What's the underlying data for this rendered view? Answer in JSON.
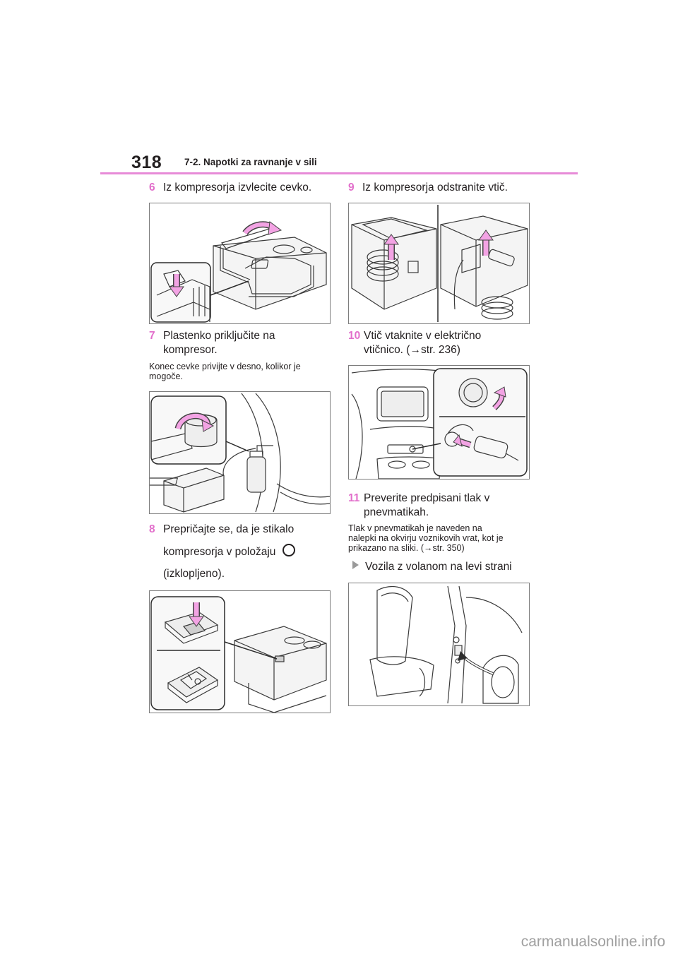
{
  "header": {
    "page_number": "318",
    "section_title": "7-2. Napotki za ravnanje v sili",
    "accent_color": "#e78bd8"
  },
  "left_column": {
    "step6": {
      "num": "6",
      "text": "Iz kompresorja izvlecite cevko."
    },
    "step7": {
      "num": "7",
      "line1": "Plastenko priključite na",
      "line2": "kompresor."
    },
    "step7_note": {
      "line1": "Konec cevke privijte v desno, kolikor je",
      "line2": "mogoče."
    },
    "step8": {
      "num": "8",
      "line1": "Prepričajte se, da je stikalo",
      "line2": "kompresorja v položaju",
      "line3": "(izklopljeno)."
    }
  },
  "right_column": {
    "step9": {
      "num": "9",
      "text": "Iz kompresorja odstranite vtič."
    },
    "step10": {
      "num": "10",
      "line1": "Vtič vtaknite v električno",
      "line2": "vtičnico. (→str. 236)"
    },
    "step11": {
      "num": "11",
      "line1": "Preverite predpisani tlak v",
      "line2": "pnevmatikah."
    },
    "step11_note": {
      "line1": "Tlak v pnevmatikah je naveden na",
      "line2": "nalepki na okvirju voznikovih vrat, kot je",
      "line3": "prikazano na sliki. (→str. 350)"
    },
    "bullet": {
      "text": "Vozila z volanom na levi strani",
      "icon": "triangle-bullet-icon"
    }
  },
  "footer": {
    "watermark": "carmanualsonline.info"
  }
}
